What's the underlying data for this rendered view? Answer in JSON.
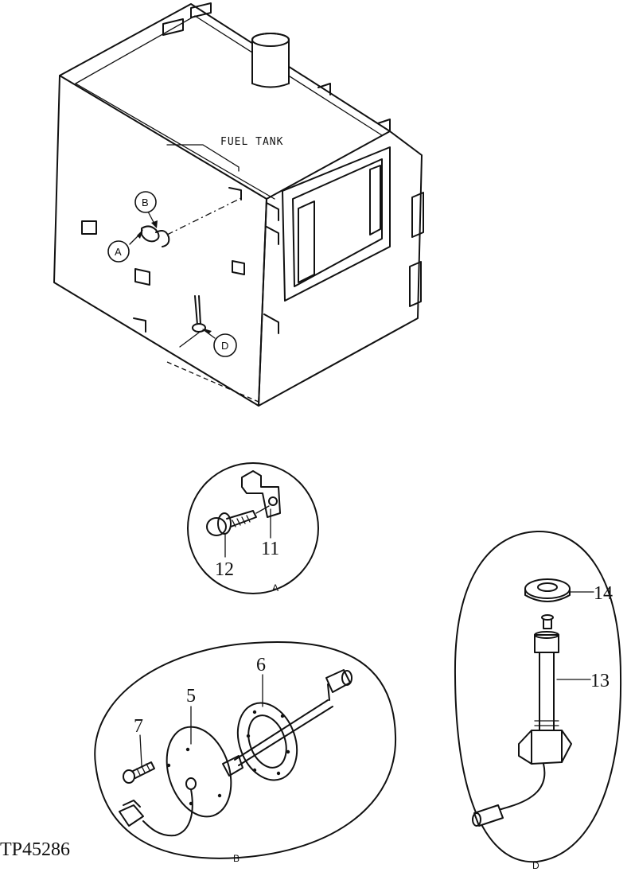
{
  "tank_label": "FUEL TANK",
  "callouts": {
    "a": "A",
    "b": "B",
    "d": "D"
  },
  "detail_labels": {
    "a": "A",
    "b": "B",
    "d": "D"
  },
  "part_numbers": {
    "p5": "5",
    "p6": "6",
    "p7": "7",
    "p11": "11",
    "p12": "12",
    "p13": "13",
    "p14": "14"
  },
  "figure_id": "TP45286"
}
